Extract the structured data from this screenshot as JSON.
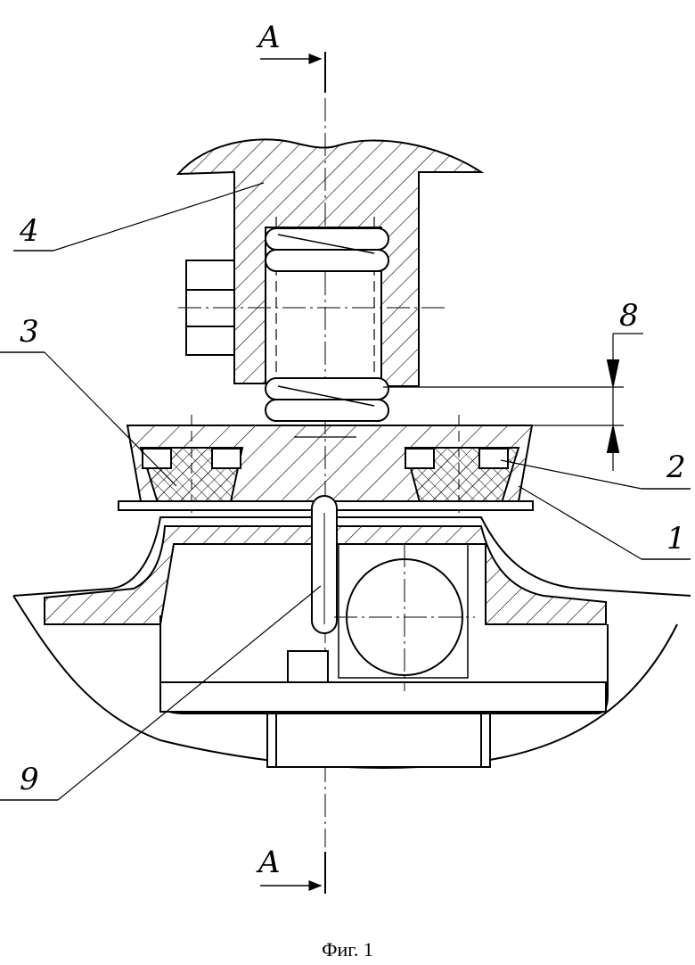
{
  "section_marks": {
    "top": "A",
    "bottom": "A"
  },
  "callouts": {
    "part_1": "1",
    "part_2": "2",
    "part_3": "3",
    "part_4": "4",
    "dimension_8": "8",
    "part_9": "9"
  },
  "caption": "Фиг. 1"
}
